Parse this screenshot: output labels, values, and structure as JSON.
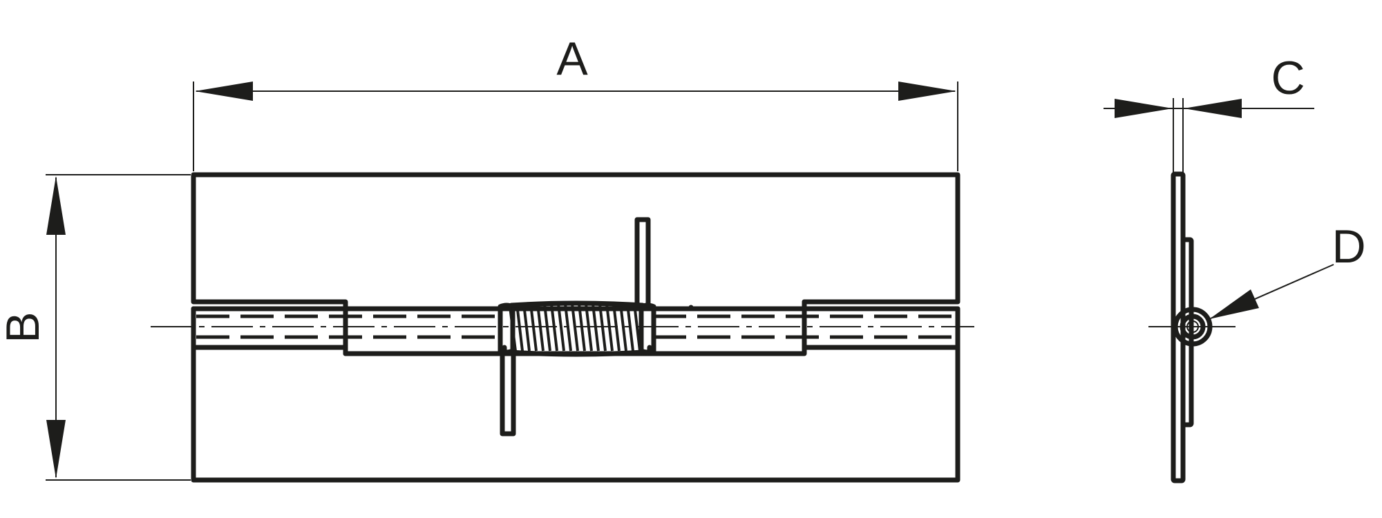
{
  "diagram": {
    "labels": {
      "a": "A",
      "b": "B",
      "c": "C",
      "d": "D"
    },
    "colors": {
      "line": "#1d1d1b",
      "background": "#ffffff"
    }
  }
}
